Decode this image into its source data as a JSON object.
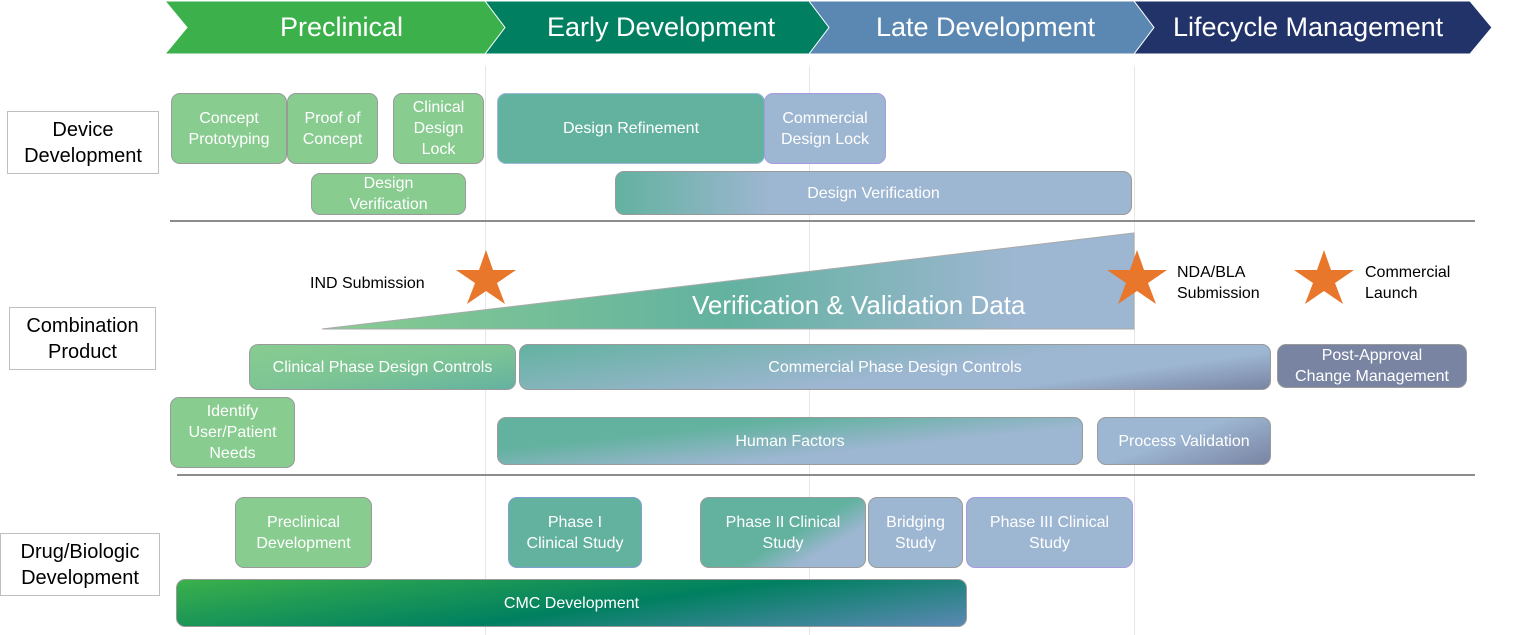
{
  "colors": {
    "preclinical": "#3cb04b",
    "early": "#008060",
    "late": "#5b88b3",
    "lifecycle": "#22336a",
    "light_green": "#88cc90",
    "teal": "#63b2a0",
    "light_blue": "#9db6d1",
    "slate": "#7984a3",
    "star": "#e8762b"
  },
  "phases": [
    {
      "label": "Preclinical"
    },
    {
      "label": "Early Development"
    },
    {
      "label": "Late Development"
    },
    {
      "label": "Lifecycle Management"
    }
  ],
  "rows": {
    "device": {
      "label": "Device\nDevelopment",
      "boxes": [
        {
          "label": "Concept\nPrototyping"
        },
        {
          "label": "Proof of\nConcept"
        },
        {
          "label": "Clinical\nDesign\nLock"
        },
        {
          "label": "Design\nVerification"
        },
        {
          "label": "Design Refinement"
        },
        {
          "label": "Commercial\nDesign Lock"
        },
        {
          "label": "Design Verification"
        }
      ]
    },
    "combination": {
      "label": "Combination\nProduct",
      "wedge_label": "Verification & Validation Data",
      "milestones": [
        {
          "label": "IND Submission",
          "icon": "star-icon"
        },
        {
          "label": "NDA/BLA\nSubmission",
          "icon": "star-icon"
        },
        {
          "label": "Commercial\nLaunch",
          "icon": "star-icon"
        }
      ],
      "boxes": [
        {
          "label": "Clinical Phase Design Controls"
        },
        {
          "label": "Commercial Phase Design Controls"
        },
        {
          "label": "Post-Approval\nChange Management"
        },
        {
          "label": "Identify\nUser/Patient\nNeeds"
        },
        {
          "label": "Human Factors"
        },
        {
          "label": "Process Validation"
        }
      ]
    },
    "drug": {
      "label": "Drug/Biologic\nDevelopment",
      "boxes": [
        {
          "label": "Preclinical\nDevelopment"
        },
        {
          "label": "Phase I\nClinical Study"
        },
        {
          "label": "Phase II Clinical\nStudy"
        },
        {
          "label": "Bridging\nStudy"
        },
        {
          "label": "Phase III Clinical\nStudy"
        },
        {
          "label": "CMC Development"
        }
      ]
    }
  }
}
